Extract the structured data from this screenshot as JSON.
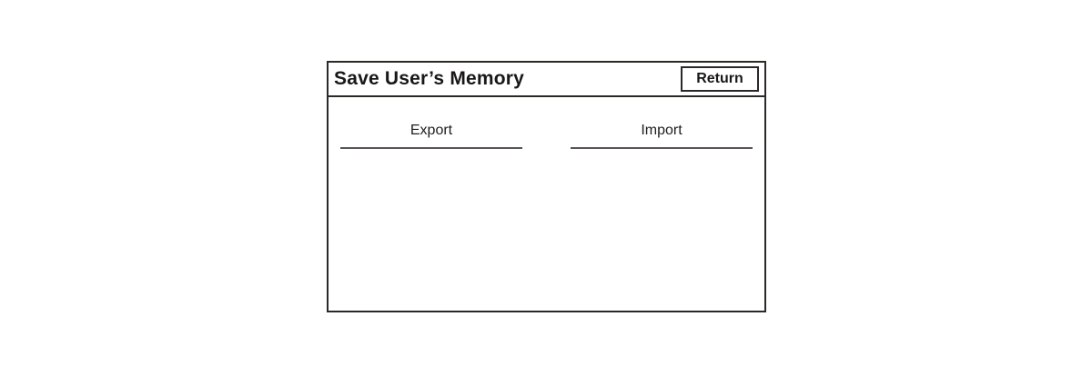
{
  "dialog": {
    "title": "Save User’s Memory",
    "return_button_label": "Return",
    "tabs": [
      {
        "id": "export",
        "label": "Export"
      },
      {
        "id": "import",
        "label": "Import"
      }
    ]
  },
  "colors": {
    "background": "#ffffff",
    "border": "#2b2926",
    "text": "#1a1817",
    "underline": "#595552"
  }
}
